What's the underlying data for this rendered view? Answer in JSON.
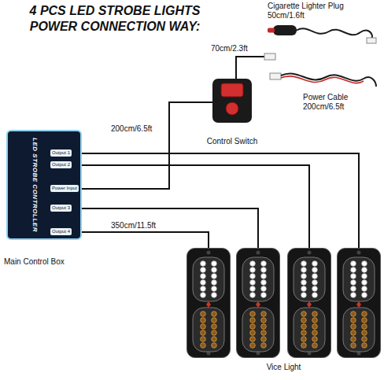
{
  "diagram": {
    "title": "4 PCS LED STROBE LIGHTS POWER CONNECTION WAY:",
    "nodes": [
      {
        "text": [
          "Main Control Box",
          "LED STROBE CONTROLLER"
        ]
      },
      {
        "text": [
          "Control Switch"
        ]
      },
      {
        "text": [
          "Cigarette Lighter Plug",
          "50cm/1.6ft"
        ]
      },
      {
        "text": [
          "Power Cable",
          "200cm/6.5ft"
        ]
      },
      {
        "text": [
          "Vice Light"
        ]
      }
    ],
    "edges": [
      {
        "from": 0,
        "to": 1,
        "arrow": "none",
        "label": "200cm/6.5ft"
      },
      {
        "from": 0,
        "to": 4,
        "arrow": "none"
      },
      {
        "from": 0,
        "to": 4,
        "arrow": "none"
      },
      {
        "from": 0,
        "to": 4,
        "arrow": "none"
      },
      {
        "from": 0,
        "to": 4,
        "arrow": "none",
        "label": "350cm/11.5ft"
      }
    ],
    "labels": [
      "70cm/2.3ft",
      "Output 1",
      "Output 2",
      "Power Input",
      "Output 3",
      "Output 4"
    ]
  }
}
